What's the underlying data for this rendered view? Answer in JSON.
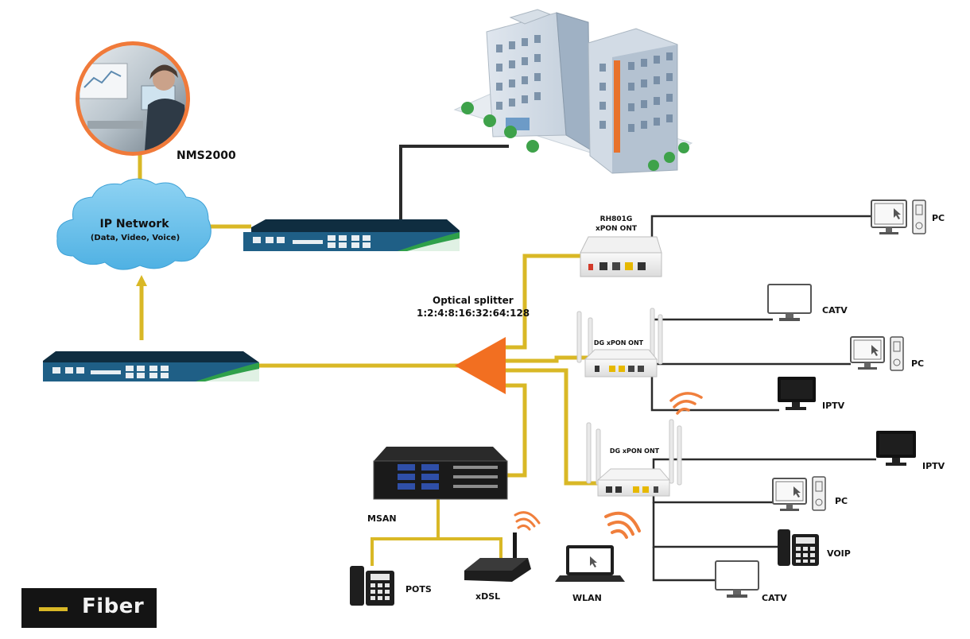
{
  "labels": {
    "nms": "NMS2000",
    "ip_network_title": "IP Network",
    "ip_network_sub": "(Data,  Video,  Voice)",
    "rh801g_model": "RH801G",
    "rh801g_type": "xPON  ONT",
    "splitter_title": "Optical splitter",
    "splitter_ratio": "1:2:4:8:16:32:64:128",
    "dg_ont_1": "DG  xPON  ONT",
    "dg_ont_2": "DG  xPON  ONT",
    "pc_1": "PC",
    "catv_1": "CATV",
    "pc_2": "PC",
    "iptv_1": "IPTV",
    "iptv_2": "IPTV",
    "pc_3": "PC",
    "voip": "VOIP",
    "catv_2": "CATV",
    "wlan": "WLAN",
    "msan": "MSAN",
    "pots": "POTS",
    "xdsl": "xDSL"
  },
  "legend": {
    "fiber_label": "Fiber",
    "fiber_color": "#d9b826"
  },
  "colors": {
    "fiber": "#d9b826",
    "copper": "#2b2b2b",
    "splitter": "#f26f21",
    "olt_body": "#1f5f86",
    "cloud": "#6cc3ec",
    "wifi": "#f07f3c"
  }
}
